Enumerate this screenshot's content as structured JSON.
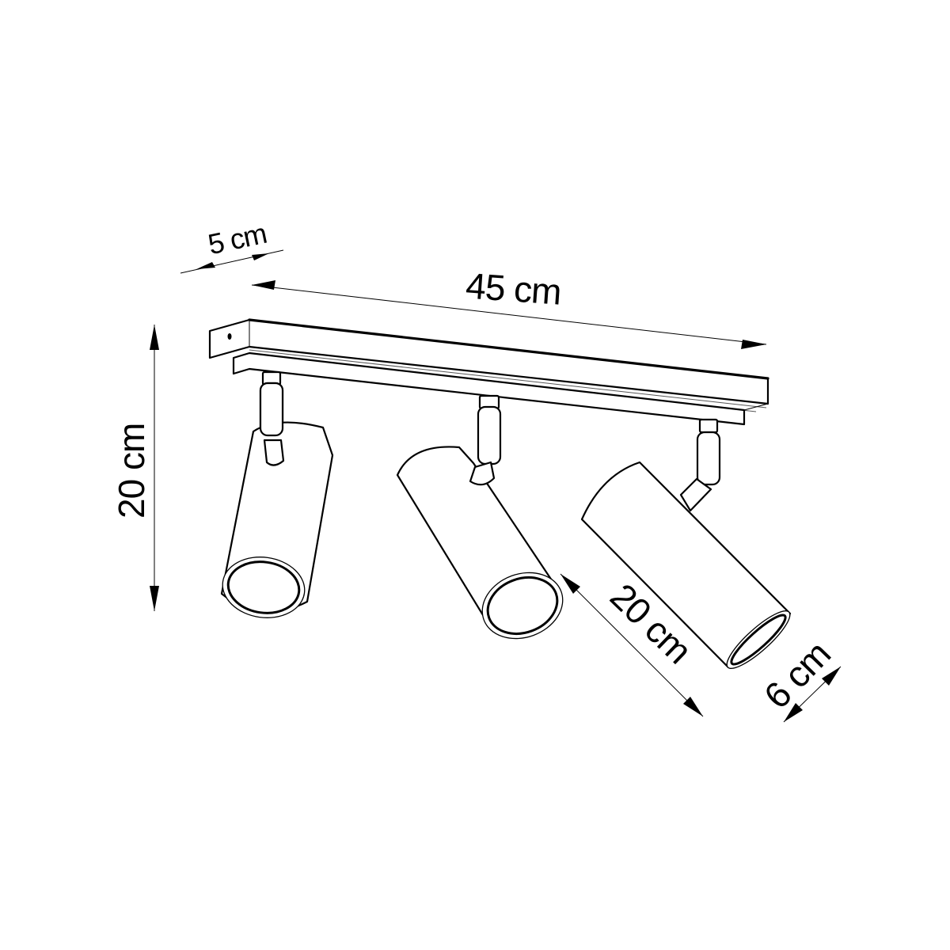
{
  "drawing": {
    "subject": "Three-spot ceiling light technical drawing",
    "colors": {
      "line": "#000000",
      "background": "#ffffff"
    },
    "dimensions": {
      "base_depth": {
        "label": "5 cm",
        "value": 5,
        "unit": "cm"
      },
      "base_length": {
        "label": "45 cm",
        "value": 45,
        "unit": "cm"
      },
      "total_height": {
        "label": "20 cm",
        "value": 20,
        "unit": "cm"
      },
      "spot_length": {
        "label": "20 cm",
        "value": 20,
        "unit": "cm"
      },
      "spot_diameter": {
        "label": "6 cm",
        "value": 6,
        "unit": "cm"
      }
    },
    "spotlights": [
      {
        "id": "spot-left",
        "orientation": "slightly tilted left"
      },
      {
        "id": "spot-middle",
        "orientation": "tilted left"
      },
      {
        "id": "spot-right",
        "orientation": "tilted strongly left"
      }
    ]
  }
}
